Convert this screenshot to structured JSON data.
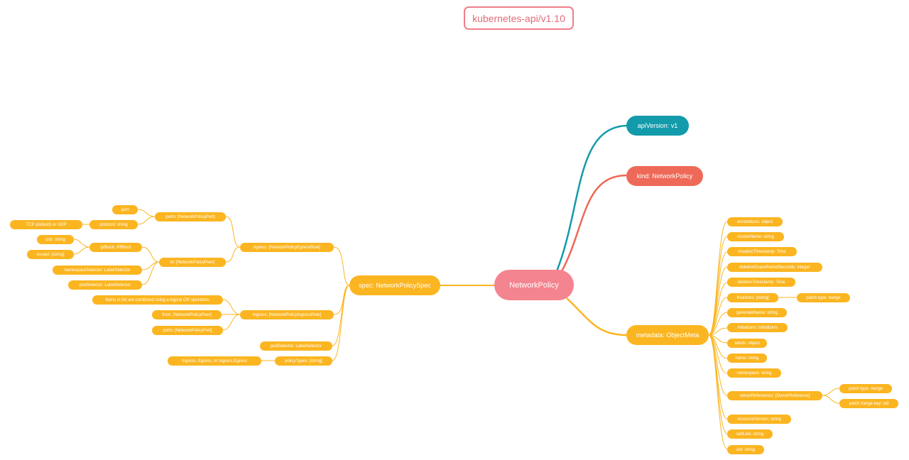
{
  "title": "kubernetes-api/v1.10",
  "colors": {
    "root": "#f4848f",
    "api": "#139bab",
    "kind": "#ee6957",
    "yellow": "#fbb520",
    "title_border": "#f07e8a"
  },
  "root": "NetworkPolicy",
  "api_version": "apiVersion: v1",
  "kind": "kind: NetworkPolicy",
  "metadata": {
    "label": "metadata: ObjectMeta",
    "fields": {
      "annotations": "annotations: object",
      "cluster_name": "clusterName: string",
      "creation_timestamp": "creationTimestamp: Time",
      "deletion_grace": "deletionGracePeriodSeconds: integer",
      "deletion_timestamp": "deletionTimestamp: Time",
      "finalizers": "finalizers: [string]",
      "finalizers_patch": "patch type: merge",
      "generate_name": "generateName: string",
      "initializers": "initializers: Initializers",
      "labels": "labels: object",
      "name": "name: string",
      "namespace": "namespace: string",
      "owner_references": "ownerReferences: [OwnerReference]",
      "owner_patch_type": "patch type: merge",
      "owner_patch_key": "patch merge key: uid",
      "resource_version": "resourceVersion: string",
      "self_link": "selfLink: string",
      "uid": "uid: string"
    }
  },
  "spec": {
    "label": "spec: NetworkPolicySpec",
    "egress": "egress: [NetworkPolicyEgressRule]",
    "egress_ports": "ports: [NetworkPolicyPort]",
    "port": "port",
    "protocol": "protocol: string",
    "protocol_note": "TCP (default) or UDP",
    "egress_to": "to: [NetworkPolicyPeer]",
    "ip_block": "ipBlock: IPBlock",
    "cidr": "cidr: string",
    "except": "except: [string]",
    "namespace_selector": "namespaceSelector: LabelSelector",
    "peer_pod_selector": "podSelector: LabelSelector",
    "ingress": "ingress: [NetworkPolicyIngressRule]",
    "ingress_note": "Items in list are combined using a logical OR operation.",
    "ingress_from": "from: [NetworkPolicyPeer]",
    "ingress_ports": "ports: [NetworkPolicyPort]",
    "pod_selector": "podSelector: LabelSelector",
    "policy_types": "policyTypes: [string]",
    "policy_types_note": "Ingress, Egress, or Ingress,Egress"
  }
}
